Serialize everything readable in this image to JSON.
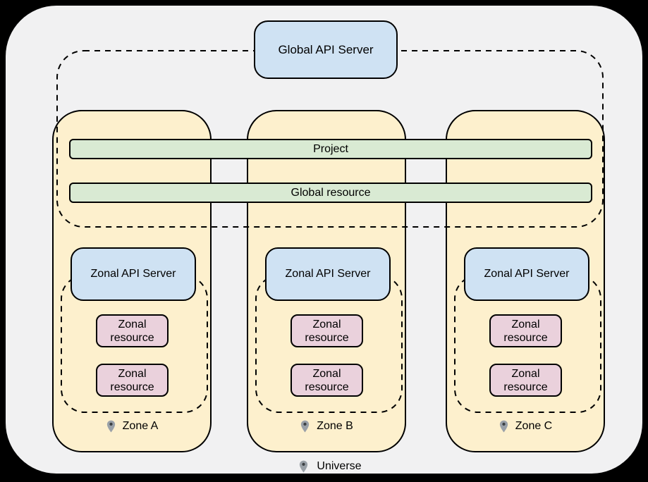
{
  "diagram": {
    "global_api_server_label": "Global API Server",
    "project_label": "Project",
    "global_resource_label": "Global resource",
    "universe_label": "Universe",
    "zones": [
      {
        "name": "Zone A",
        "api_server_label": "Zonal API Server",
        "resources": [
          "Zonal resource",
          "Zonal resource"
        ]
      },
      {
        "name": "Zone B",
        "api_server_label": "Zonal API Server",
        "resources": [
          "Zonal resource",
          "Zonal resource"
        ]
      },
      {
        "name": "Zone C",
        "api_server_label": "Zonal API Server",
        "resources": [
          "Zonal resource",
          "Zonal resource"
        ]
      }
    ],
    "icons": {
      "zone_marker": "location-pin",
      "universe_marker": "location-pin"
    },
    "colors": {
      "canvas_background": "#000000",
      "universe_fill": "#f1f1f2",
      "zone_fill": "#fdf0cd",
      "api_server_fill": "#cfe2f3",
      "scope_bar_fill": "#d9ead3",
      "zonal_resource_fill": "#ead1dc",
      "border": "#000000",
      "pin_fill": "#9aa1a8",
      "pin_dot": "#3c4043"
    }
  }
}
